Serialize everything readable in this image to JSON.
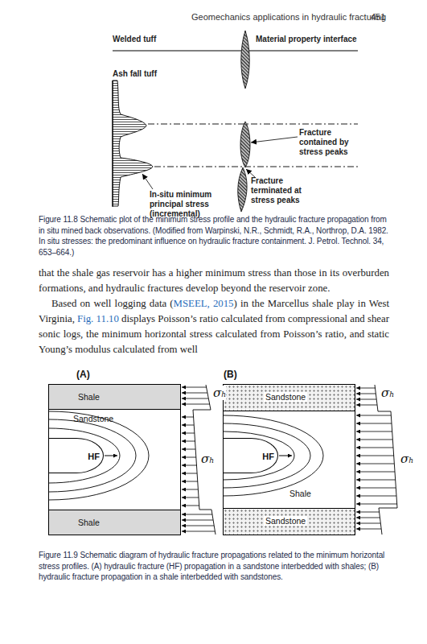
{
  "diagram": {
    "caption": "Figure 11.8 Schematic plot of the minimum stress profile and the hydraulic fracture propagation from in situ mined back observations. (Modified from Warpinski, N.R., Schmidt, R.A., Northrop, D.A. 1982. In situ stresses: the predominant influence on hydraulic fracture containment. J. Petrol. Technol. 34, 653–664.)",
    "nodes": [
      {
        "text": [
          "(A)"
        ]
      },
      {
        "text": [
          "Shale"
        ],
        "in": 0
      },
      {
        "text": [
          "Sandstone"
        ],
        "in": 0
      },
      {
        "text": [
          "HF"
        ],
        "in": 2
      },
      {
        "text": [
          "Shale"
        ],
        "in": 0
      },
      {
        "text": [
          "(B)"
        ]
      },
      {
        "text": [
          "Sandstone"
        ],
        "in": 5
      },
      {
        "text": [
          "Shale"
        ],
        "in": 5
      },
      {
        "text": [
          "HF"
        ],
        "in": 7
      },
      {
        "text": [
          "Sandstone"
        ],
        "in": 5
      }
    ],
    "labels": [
      "Geomechanics applications in hydraulic fracturing",
      "451",
      "Welded tuff",
      "Material property interface",
      "Ash fall tuff",
      "Fracture contained by stress peaks",
      "Fracture terminated at stress peaks",
      "In-situ minimum principal stress (incremental)",
      "that the shale gas reservoir has a higher minimum stress than those in its overburden formations, and hydraulic fractures develop beyond the reservoir zone.",
      "Based on well logging data (",
      "MSEEL, 2015",
      ") in the Marcellus shale play in West Virginia,",
      "Fig. 11.10",
      "displays Poisson’s ratio calculated from compressional and shear sonic logs, the minimum horizontal stress calculated from Poisson’s ratio, and static Young’s modulus calculated from well",
      "σh",
      "σh",
      "σh",
      "σh",
      "Figure 11.9 Schematic diagram of hydraulic fracture propagations related to the minimum horizontal stress profiles. (A) hydraulic fracture (HF) propagation in a sandstone interbedded with shales; (B) hydraulic fracture propagation in a shale interbedded with sandstones."
    ]
  }
}
